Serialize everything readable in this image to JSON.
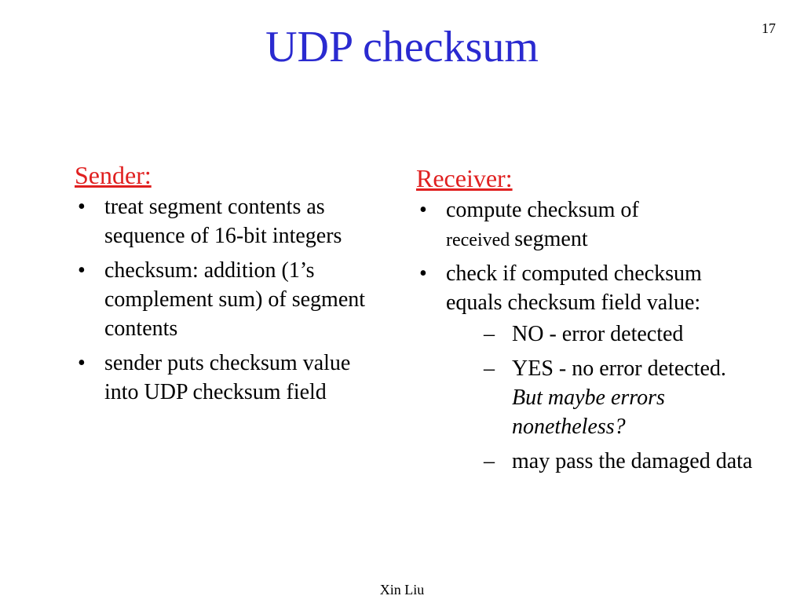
{
  "slide": {
    "number": "17",
    "title": "UDP checksum",
    "footer": "Xin Liu"
  },
  "sender": {
    "heading": "Sender:",
    "bullets": [
      "treat segment contents as sequence of 16-bit integers",
      "checksum: addition (1’s complement sum) of segment contents",
      "sender puts checksum value into UDP checksum field"
    ]
  },
  "receiver": {
    "heading": "Receiver:",
    "bullets": [
      {
        "line1": "compute checksum of",
        "line2_small": "received ",
        "line2_large": "segment"
      },
      "check if computed checksum equals checksum field value:"
    ],
    "sub_bullets": [
      {
        "text": "NO - error detected"
      },
      {
        "text": "YES - no error detected. ",
        "italic": "But maybe errors nonetheless?"
      },
      {
        "text": "may pass the damaged data"
      }
    ]
  },
  "colors": {
    "title": "#2a2ad0",
    "heading": "#e02020"
  }
}
